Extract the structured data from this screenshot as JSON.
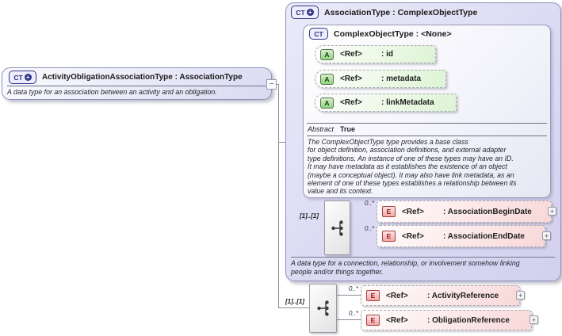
{
  "icons": {
    "collapse": "−",
    "expand": "+"
  },
  "colors": {
    "container_lavender": "#dcdaf3",
    "attribute_green": "#8fd57f",
    "element_pink": "#f3a8a8",
    "badge_navy": "#34348a",
    "connector_gray": "#8a8a9a"
  },
  "derived": {
    "badge": "CT",
    "title": "ActivityObligationAssociationType : AssociationType",
    "description": "A data type for an association between an activity and an obligation."
  },
  "base": {
    "badge": "CT",
    "title": "AssociationType : ComplexObjectType",
    "description": "A data type for a connection, relationship, or involvement somehow linking\npeople and/or things together.",
    "inner": {
      "badge": "CT",
      "title": "ComplexObjectType : <None>",
      "attributes": [
        {
          "badge": "A",
          "ref": "<Ref>",
          "name": ": id"
        },
        {
          "badge": "A",
          "ref": "<Ref>",
          "name": ": metadata"
        },
        {
          "badge": "A",
          "ref": "<Ref>",
          "name": ": linkMetadata"
        }
      ],
      "abstract_label": "Abstract",
      "abstract_value": "True",
      "documentation": "The ComplexObjectType type provides a base class\nfor object definition, association definitions, and external adapter\ntype definitions. An instance of one of these types may have an ID.\nIt may have metadata as it establishes the existence of an object\n(maybe a conceptual object). It may also have link metadata, as an\nelement of one of these types establishes a relationship between its\nvalue and its context."
    },
    "group": {
      "cardinality": "[1]..[1]",
      "elements": [
        {
          "badge": "E",
          "occurs": "0..*",
          "ref": "<Ref>",
          "name": ": AssociationBeginDate"
        },
        {
          "badge": "E",
          "occurs": "0..*",
          "ref": "<Ref>",
          "name": ": AssociationEndDate"
        }
      ]
    }
  },
  "own": {
    "cardinality": "[1]..[1]",
    "elements": [
      {
        "badge": "E",
        "occurs": "0..*",
        "ref": "<Ref>",
        "name": ": ActivityReference"
      },
      {
        "badge": "E",
        "occurs": "0..*",
        "ref": "<Ref>",
        "name": ": ObligationReference"
      }
    ]
  }
}
